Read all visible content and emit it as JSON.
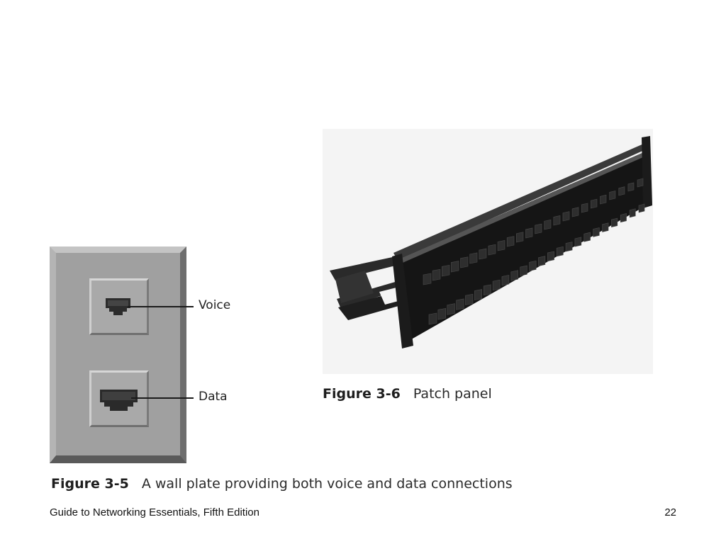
{
  "figure_3_5": {
    "callouts": {
      "voice": "Voice",
      "data": "Data"
    },
    "caption": {
      "number": "Figure 3-5",
      "text": "A wall plate providing both voice and data connections"
    }
  },
  "figure_3_6": {
    "caption": {
      "number": "Figure 3-6",
      "text": "Patch panel"
    }
  },
  "footer": {
    "book_title": "Guide to Networking Essentials, Fifth Edition",
    "page_number": "22"
  },
  "colors": {
    "plate": "#a0a0a0",
    "panel": "#151515",
    "text": "#222222"
  }
}
